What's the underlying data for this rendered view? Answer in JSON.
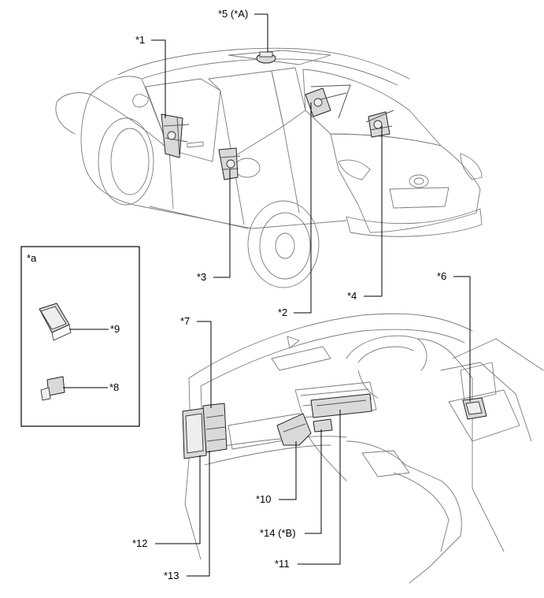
{
  "callouts": {
    "c1": "*1",
    "c2": "*2",
    "c3": "*3",
    "c4": "*4",
    "c5": "*5 (*A)",
    "c6": "*6",
    "c7": "*7",
    "c8": "*8",
    "c9": "*9",
    "c10": "*10",
    "c11": "*11",
    "c12": "*12",
    "c13": "*13",
    "c14": "*14 (*B)"
  },
  "inset": {
    "label": "*a"
  }
}
